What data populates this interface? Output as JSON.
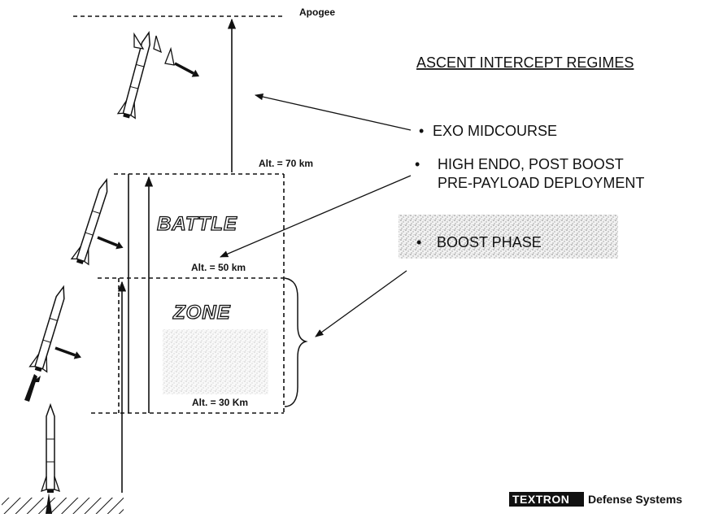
{
  "diagram": {
    "title": "ASCENT INTERCEPT REGIMES",
    "apogee_label": "Apogee",
    "regimes": [
      {
        "bullet": "•",
        "label": "EXO MIDCOURSE"
      },
      {
        "bullet": "•",
        "label_line1": "HIGH ENDO, POST BOOST",
        "label_line2": "PRE-PAYLOAD DEPLOYMENT"
      },
      {
        "bullet": "•",
        "label": "BOOST PHASE"
      }
    ],
    "altitudes": [
      "Alt. = 70 km",
      "Alt. = 50 km",
      "Alt. = 30 Km"
    ],
    "zone_words": [
      "BATTLE",
      "ZONE"
    ],
    "logo": {
      "brand": "TEXTRON",
      "division": "Defense Systems"
    }
  }
}
